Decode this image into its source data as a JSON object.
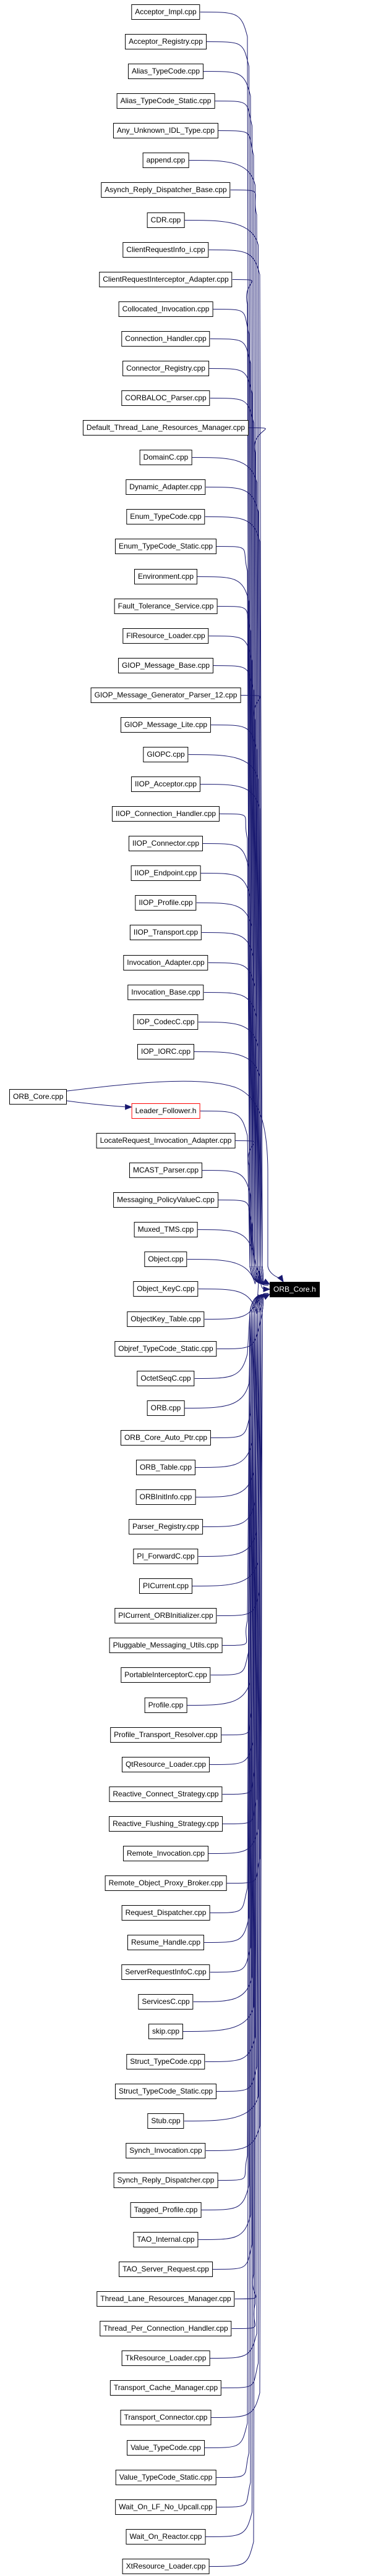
{
  "graph": {
    "target": "ORB_Core.h",
    "source": "ORB_Core.cpp",
    "edge_color": "#191970",
    "highlight_color": "#ff0000",
    "nodes": [
      "Acceptor_Impl.cpp",
      "Acceptor_Registry.cpp",
      "Alias_TypeCode.cpp",
      "Alias_TypeCode_Static.cpp",
      "Any_Unknown_IDL_Type.cpp",
      "append.cpp",
      "Asynch_Reply_Dispatcher_Base.cpp",
      "CDR.cpp",
      "ClientRequestInfo_i.cpp",
      "ClientRequestInterceptor_Adapter.cpp",
      "Collocated_Invocation.cpp",
      "Connection_Handler.cpp",
      "Connector_Registry.cpp",
      "CORBALOC_Parser.cpp",
      "Default_Thread_Lane_Resources_Manager.cpp",
      "DomainC.cpp",
      "Dynamic_Adapter.cpp",
      "Enum_TypeCode.cpp",
      "Enum_TypeCode_Static.cpp",
      "Environment.cpp",
      "Fault_Tolerance_Service.cpp",
      "FlResource_Loader.cpp",
      "GIOP_Message_Base.cpp",
      "GIOP_Message_Generator_Parser_12.cpp",
      "GIOP_Message_Lite.cpp",
      "GIOPC.cpp",
      "IIOP_Acceptor.cpp",
      "IIOP_Connection_Handler.cpp",
      "IIOP_Connector.cpp",
      "IIOP_Endpoint.cpp",
      "IIOP_Profile.cpp",
      "IIOP_Transport.cpp",
      "Invocation_Adapter.cpp",
      "Invocation_Base.cpp",
      "IOP_CodecC.cpp",
      "IOP_IORC.cpp",
      "Leader_Follower.h",
      "LocateRequest_Invocation_Adapter.cpp",
      "MCAST_Parser.cpp",
      "Messaging_PolicyValueC.cpp",
      "Muxed_TMS.cpp",
      "Object.cpp",
      "Object_KeyC.cpp",
      "ObjectKey_Table.cpp",
      "Objref_TypeCode_Static.cpp",
      "OctetSeqC.cpp",
      "ORB.cpp",
      "ORB_Core_Auto_Ptr.cpp",
      "ORB_Table.cpp",
      "ORBInitInfo.cpp",
      "Parser_Registry.cpp",
      "PI_ForwardC.cpp",
      "PICurrent.cpp",
      "PICurrent_ORBInitializer.cpp",
      "Pluggable_Messaging_Utils.cpp",
      "PortableInterceptorC.cpp",
      "Profile.cpp",
      "Profile_Transport_Resolver.cpp",
      "QtResource_Loader.cpp",
      "Reactive_Connect_Strategy.cpp",
      "Reactive_Flushing_Strategy.cpp",
      "Remote_Invocation.cpp",
      "Remote_Object_Proxy_Broker.cpp",
      "Request_Dispatcher.cpp",
      "Resume_Handle.cpp",
      "ServerRequestInfoC.cpp",
      "ServicesC.cpp",
      "skip.cpp",
      "Struct_TypeCode.cpp",
      "Struct_TypeCode_Static.cpp",
      "Stub.cpp",
      "Synch_Invocation.cpp",
      "Synch_Reply_Dispatcher.cpp",
      "Tagged_Profile.cpp",
      "TAO_Internal.cpp",
      "TAO_Server_Request.cpp",
      "Thread_Lane_Resources_Manager.cpp",
      "Thread_Per_Connection_Handler.cpp",
      "TkResource_Loader.cpp",
      "Transport_Cache_Manager.cpp",
      "Transport_Connector.cpp",
      "Value_TypeCode.cpp",
      "Value_TypeCode_Static.cpp",
      "Wait_On_LF_No_Upcall.cpp",
      "Wait_On_Reactor.cpp",
      "XtResource_Loader.cpp"
    ]
  }
}
